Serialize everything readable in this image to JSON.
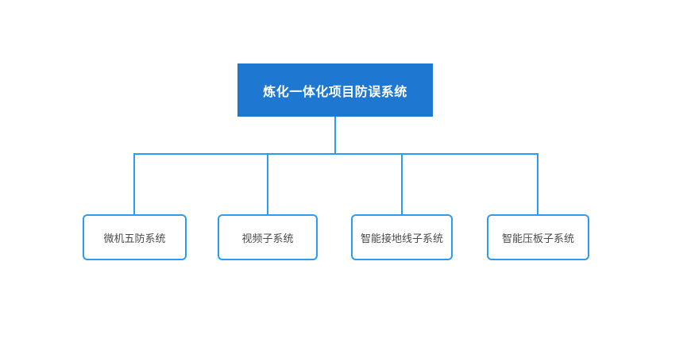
{
  "diagram": {
    "type": "org-chart",
    "root": {
      "label": "炼化一体化项目防误系统"
    },
    "children": [
      {
        "label": "微机五防系统"
      },
      {
        "label": "视频子系统"
      },
      {
        "label": "智能接地线子系统"
      },
      {
        "label": "智能压板子系统"
      }
    ],
    "colors": {
      "background": "#FFFFFF",
      "root_fill": "#1E78D2",
      "root_text": "#FFFFFF",
      "child_fill": "#FFFFFF",
      "child_border": "#2D9BF0",
      "child_text": "#4A4A4A",
      "connector": "#2D9BF0"
    }
  }
}
